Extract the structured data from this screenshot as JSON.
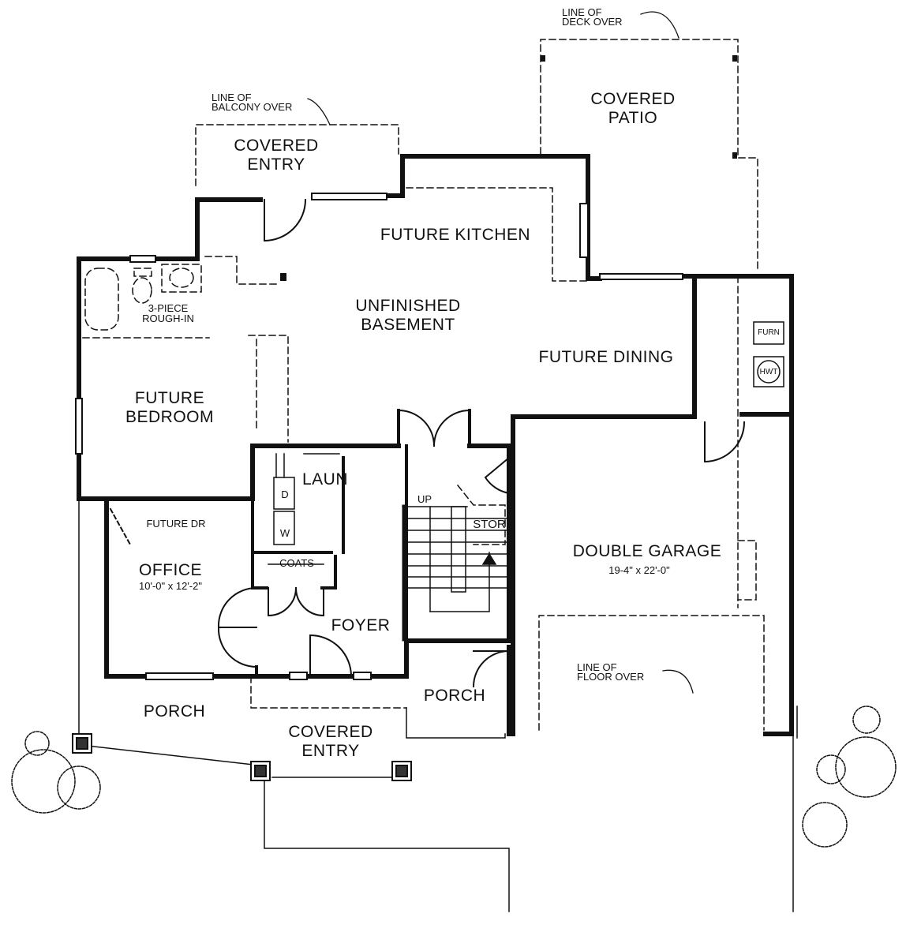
{
  "rooms": {
    "covered_entry_top": "COVERED\nENTRY",
    "covered_patio": "COVERED\nPATIO",
    "future_kitchen": "FUTURE KITCHEN",
    "unfinished_basement": "UNFINISHED\nBASEMENT",
    "future_dining": "FUTURE DINING",
    "future_bedroom": "FUTURE\nBEDROOM",
    "three_piece": "3-PIECE\nROUGH-IN",
    "laundry": "LAUN",
    "dryer": "D",
    "washer": "W",
    "future_dr": "FUTURE DR",
    "office": "OFFICE",
    "office_dims": "10'-0\" x 12'-2\"",
    "coats": "COATS",
    "foyer": "FOYER",
    "up": "UP",
    "storage": "STOR",
    "double_garage": "DOUBLE GARAGE",
    "garage_dims": "19-4\" x 22'-0\"",
    "furnace": "FURN",
    "hot_water_tank": "HWT",
    "porch_left": "PORCH",
    "porch_right": "PORCH",
    "covered_entry_bottom": "COVERED\nENTRY"
  },
  "notes": {
    "balcony": "LINE OF\nBALCONY OVER",
    "deck": "LINE OF\nDECK OVER",
    "floor": "LINE OF\nFLOOR OVER"
  }
}
